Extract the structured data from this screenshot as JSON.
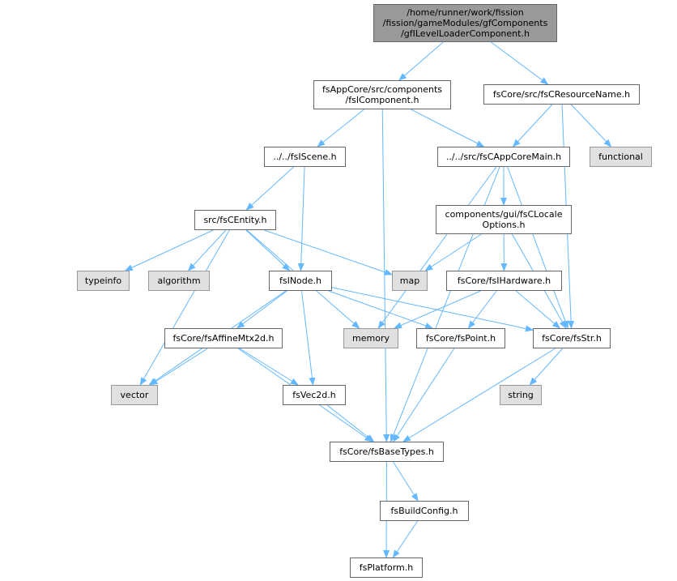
{
  "nodes": [
    {
      "id": "root",
      "label": "/home/runner/work/fission\n/fission/gameModules/gfComponents\n/gfILevelLoaderComponent.h",
      "kind": "root"
    },
    {
      "id": "fsicomponent",
      "label": "fsAppCore/src/components\n/fsIComponent.h",
      "kind": "header"
    },
    {
      "id": "fscresourcename",
      "label": "fsCore/src/fsCResourceName.h",
      "kind": "header"
    },
    {
      "id": "fsiscene",
      "label": "../../fsIScene.h",
      "kind": "header"
    },
    {
      "id": "fscappcoremain",
      "label": "../../src/fsCAppCoreMain.h",
      "kind": "header"
    },
    {
      "id": "functional",
      "label": "functional",
      "kind": "system"
    },
    {
      "id": "fscentity",
      "label": "src/fsCEntity.h",
      "kind": "header"
    },
    {
      "id": "fsclocaleoptions",
      "label": "components/gui/fsCLocale\nOptions.h",
      "kind": "header"
    },
    {
      "id": "typeinfo",
      "label": "typeinfo",
      "kind": "system"
    },
    {
      "id": "algorithm",
      "label": "algorithm",
      "kind": "system"
    },
    {
      "id": "fsinode",
      "label": "fsINode.h",
      "kind": "header"
    },
    {
      "id": "map",
      "label": "map",
      "kind": "system"
    },
    {
      "id": "fsihardware",
      "label": "fsCore/fsIHardware.h",
      "kind": "header"
    },
    {
      "id": "fsaffinemtx2d",
      "label": "fsCore/fsAffineMtx2d.h",
      "kind": "header"
    },
    {
      "id": "memory",
      "label": "memory",
      "kind": "system"
    },
    {
      "id": "fspoint",
      "label": "fsCore/fsPoint.h",
      "kind": "header"
    },
    {
      "id": "fsstr",
      "label": "fsCore/fsStr.h",
      "kind": "header"
    },
    {
      "id": "vector",
      "label": "vector",
      "kind": "system"
    },
    {
      "id": "fsvec2d",
      "label": "fsVec2d.h",
      "kind": "header"
    },
    {
      "id": "string",
      "label": "string",
      "kind": "system"
    },
    {
      "id": "fsbasetypes",
      "label": "fsCore/fsBaseTypes.h",
      "kind": "header"
    },
    {
      "id": "fsbuildconfig",
      "label": "fsBuildConfig.h",
      "kind": "header"
    },
    {
      "id": "fsplatform",
      "label": "fsPlatform.h",
      "kind": "header"
    }
  ],
  "edges": [
    [
      "root",
      "fsicomponent"
    ],
    [
      "root",
      "fscresourcename"
    ],
    [
      "fsicomponent",
      "fsiscene"
    ],
    [
      "fsicomponent",
      "fscappcoremain"
    ],
    [
      "fsicomponent",
      "fsbasetypes"
    ],
    [
      "fscresourcename",
      "fscappcoremain"
    ],
    [
      "fscresourcename",
      "functional"
    ],
    [
      "fscresourcename",
      "fsstr"
    ],
    [
      "fsiscene",
      "fscentity"
    ],
    [
      "fsiscene",
      "fsinode"
    ],
    [
      "fscappcoremain",
      "fsclocaleoptions"
    ],
    [
      "fscappcoremain",
      "memory"
    ],
    [
      "fscappcoremain",
      "fsstr"
    ],
    [
      "fscappcoremain",
      "fsbasetypes"
    ],
    [
      "fscentity",
      "typeinfo"
    ],
    [
      "fscentity",
      "algorithm"
    ],
    [
      "fscentity",
      "fsinode"
    ],
    [
      "fscentity",
      "map"
    ],
    [
      "fscentity",
      "memory"
    ],
    [
      "fscentity",
      "vector"
    ],
    [
      "fsclocaleoptions",
      "map"
    ],
    [
      "fsclocaleoptions",
      "fsihardware"
    ],
    [
      "fsclocaleoptions",
      "fsstr"
    ],
    [
      "fsinode",
      "fsaffinemtx2d"
    ],
    [
      "fsinode",
      "fspoint"
    ],
    [
      "fsinode",
      "fsstr"
    ],
    [
      "fsinode",
      "vector"
    ],
    [
      "fsinode",
      "fsvec2d"
    ],
    [
      "fsihardware",
      "memory"
    ],
    [
      "fsihardware",
      "fspoint"
    ],
    [
      "fsihardware",
      "fsstr"
    ],
    [
      "fsaffinemtx2d",
      "vector"
    ],
    [
      "fsaffinemtx2d",
      "fsvec2d"
    ],
    [
      "fsaffinemtx2d",
      "fsbasetypes"
    ],
    [
      "fspoint",
      "fsbasetypes"
    ],
    [
      "fsstr",
      "string"
    ],
    [
      "fsstr",
      "fsbasetypes"
    ],
    [
      "fsvec2d",
      "fsbasetypes"
    ],
    [
      "fsbasetypes",
      "fsbuildconfig"
    ],
    [
      "fsbasetypes",
      "fsplatform"
    ],
    [
      "fsbuildconfig",
      "fsplatform"
    ]
  ],
  "colors": {
    "edge": "#63b8ff",
    "root_fill": "#999999",
    "system_fill": "#e0e0e0",
    "border": "#666666"
  }
}
